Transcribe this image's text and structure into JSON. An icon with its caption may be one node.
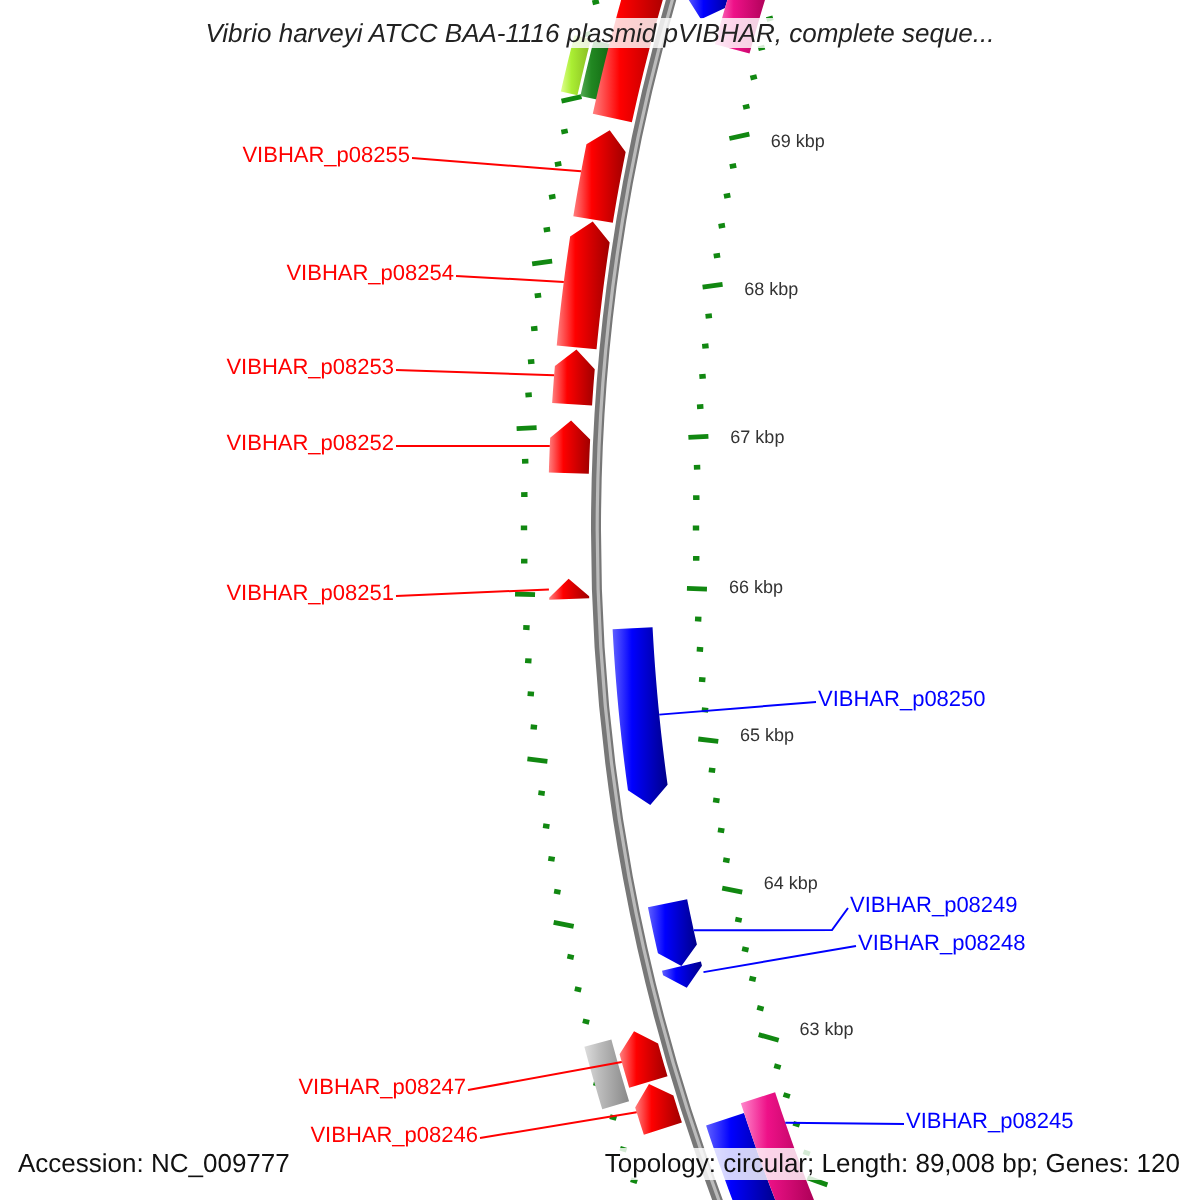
{
  "diagram": {
    "title": "Vibrio harveyi ATCC BAA-1116 plasmid pVIBHAR, complete seque...",
    "nodes": [
      {
        "text": [
          "VIBHAR_p08255"
        ]
      },
      {
        "text": [
          "VIBHAR_p08254"
        ]
      },
      {
        "text": [
          "VIBHAR_p08253"
        ]
      },
      {
        "text": [
          "VIBHAR_p08252"
        ]
      },
      {
        "text": [
          "VIBHAR_p08251"
        ]
      },
      {
        "text": [
          "VIBHAR_p08250"
        ]
      },
      {
        "text": [
          "VIBHAR_p08249"
        ]
      },
      {
        "text": [
          "VIBHAR_p08248"
        ]
      },
      {
        "text": [
          "VIBHAR_p08247"
        ]
      },
      {
        "text": [
          "VIBHAR_p08246"
        ]
      },
      {
        "text": [
          "VIBHAR_p08245"
        ]
      },
      {
        "text": [],
        "shape": "bar"
      },
      {
        "text": [],
        "shape": "bar"
      },
      {
        "text": [],
        "shape": "bar"
      },
      {
        "text": [],
        "shape": "bar"
      },
      {
        "text": [],
        "shape": "bar"
      },
      {
        "text": [],
        "shape": "bar"
      },
      {
        "text": [],
        "shape": "bar"
      },
      {
        "text": [],
        "shape": "bar"
      },
      {
        "text": [],
        "shape": "bar"
      },
      {
        "text": [],
        "shape": "bar"
      },
      {
        "text": [],
        "shape": "bar"
      },
      {
        "text": [],
        "shape": "bar"
      },
      {
        "text": [],
        "shape": "bar"
      },
      {
        "text": [],
        "shape": "bar"
      },
      {
        "text": [],
        "shape": "bar"
      },
      {
        "text": [],
        "shape": "bar"
      },
      {
        "text": [],
        "shape": "bar"
      },
      {
        "text": [],
        "shape": "bar"
      }
    ],
    "edges": [
      {
        "from": 0,
        "to": 16,
        "arrow": "none"
      },
      {
        "from": 1,
        "to": 17,
        "arrow": "none"
      },
      {
        "from": 2,
        "to": 18,
        "arrow": "none"
      },
      {
        "from": 3,
        "to": 19,
        "arrow": "none"
      },
      {
        "from": 4,
        "to": 20,
        "arrow": "none"
      },
      {
        "from": 5,
        "to": 21,
        "arrow": "none",
        "color": "#0000ff"
      },
      {
        "from": 6,
        "to": 22,
        "arrow": "none",
        "color": "#0000ff"
      },
      {
        "from": 7,
        "to": 23,
        "arrow": "none",
        "color": "#0000ff"
      },
      {
        "from": 8,
        "to": 25,
        "arrow": "none"
      },
      {
        "from": 9,
        "to": 26,
        "arrow": "none"
      },
      {
        "from": 10,
        "to": 28,
        "arrow": "none",
        "color": "#0000ff"
      }
    ],
    "labels": [
      "69 kbp",
      "68 kbp",
      "67 kbp",
      "66 kbp",
      "65 kbp",
      "64 kbp",
      "63 kbp",
      "Accession: NC_009777",
      "Topology: circular; Length: 89,008 bp; Genes: 120"
    ]
  }
}
